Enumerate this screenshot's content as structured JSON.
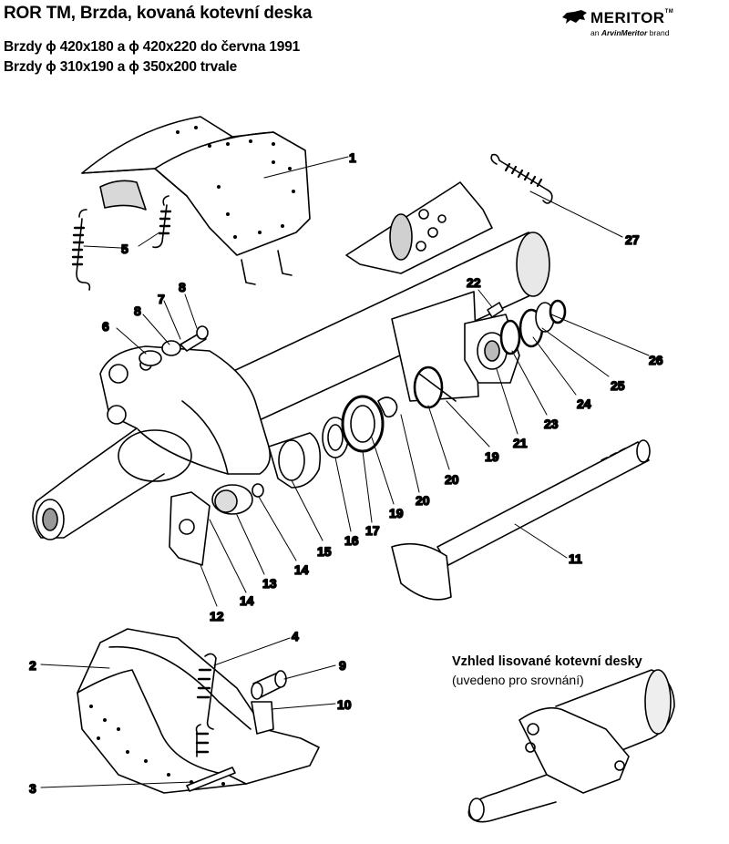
{
  "title": "ROR TM, Brzda, kovaná kotevní deska",
  "subtitle_line1": "Brzdy ϕ 420x180 a ϕ 420x220 do června 1991",
  "subtitle_line2": "Brzdy ϕ 310x190 a ϕ 350x200 trvale",
  "logo": {
    "name": "MERITOR",
    "tm": "TM",
    "tagline_prefix": "an ",
    "tagline_brand": "ArvinMeritor",
    "tagline_suffix": " brand"
  },
  "note": {
    "title": "Vzhled lisované kotevní desky",
    "subtitle": "(uvedeno pro srovnání)"
  },
  "part_numbers": {
    "p1": "1",
    "p2": "2",
    "p3": "3",
    "p4": "4",
    "p5": "5",
    "p6": "6",
    "p7": "7",
    "p8a": "8",
    "p8b": "8",
    "p9": "9",
    "p10": "10",
    "p11": "11",
    "p12": "12",
    "p13": "13",
    "p14a": "14",
    "p14b": "14",
    "p15": "15",
    "p16": "16",
    "p17": "17",
    "p19a": "19",
    "p19b": "19",
    "p20a": "20",
    "p20b": "20",
    "p21": "21",
    "p22": "22",
    "p23": "23",
    "p24": "24",
    "p25": "25",
    "p26": "26",
    "p27": "27"
  },
  "colors": {
    "ink": "#000000",
    "shade": "#bdbdbd",
    "paper": "#ffffff"
  }
}
